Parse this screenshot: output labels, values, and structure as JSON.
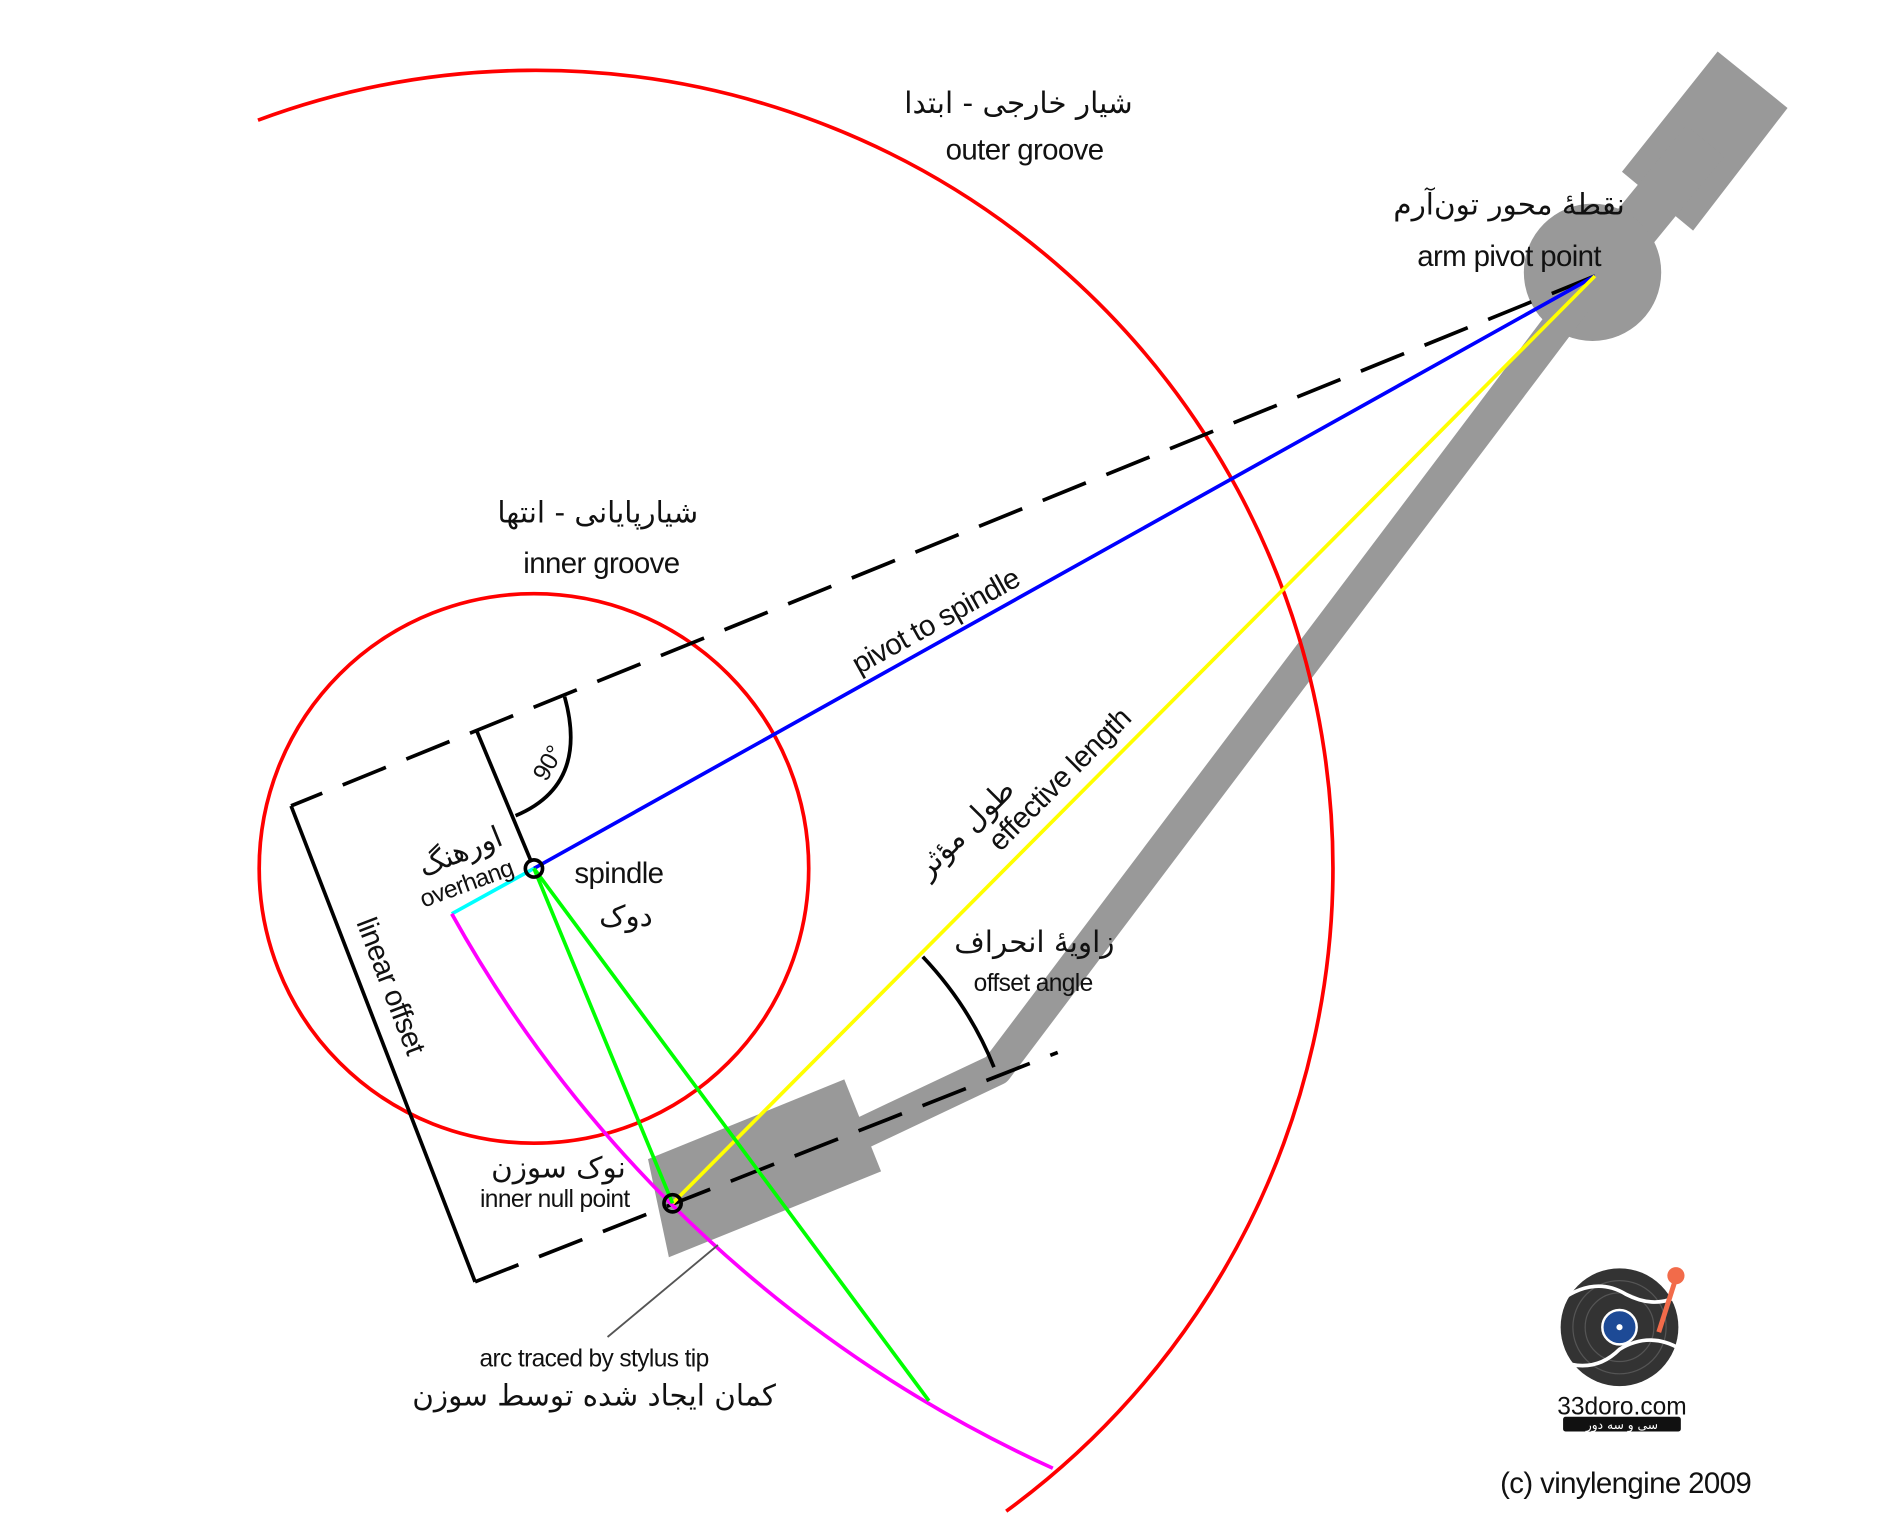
{
  "labels": {
    "outer_groove_fa": "شیار خارجی  - ابتدا",
    "outer_groove": "outer groove",
    "arm_pivot_fa": "نقطهٔ محور تون‌آرم",
    "arm_pivot": "arm pivot point",
    "inner_groove_fa": "شیارپایانی - انتها",
    "inner_groove": "inner groove",
    "pivot_to_spindle": "pivot to spindle",
    "effective_length_fa": "طول مؤثر",
    "effective_length": "effective length",
    "overhang_fa": "اورهنگ",
    "overhang": "overhang",
    "spindle": "spindle",
    "spindle_fa": "دوک",
    "linear_offset": "linear offset",
    "angle_90": "90°",
    "offset_angle_fa": "زاویهٔ انحراف",
    "offset_angle": "offset angle",
    "null_point_fa": "نوک سوزن",
    "null_point": "inner null point",
    "arc_traced": "arc traced by stylus tip",
    "arc_traced_fa": "کمان ایجاد شده توسط سوزن",
    "copyright": "(c) vinylengine 2009"
  },
  "logo": {
    "name": "33doro.com",
    "name_fa": "سی و سه دور"
  },
  "colors": {
    "groove": "#ff0000",
    "pivot_spindle": "#0000ff",
    "effective": "#ffff00",
    "overhang": "#00ffff",
    "arc": "#ff00ff",
    "stylus_lines": "#00ff00",
    "arm": "#999999"
  }
}
